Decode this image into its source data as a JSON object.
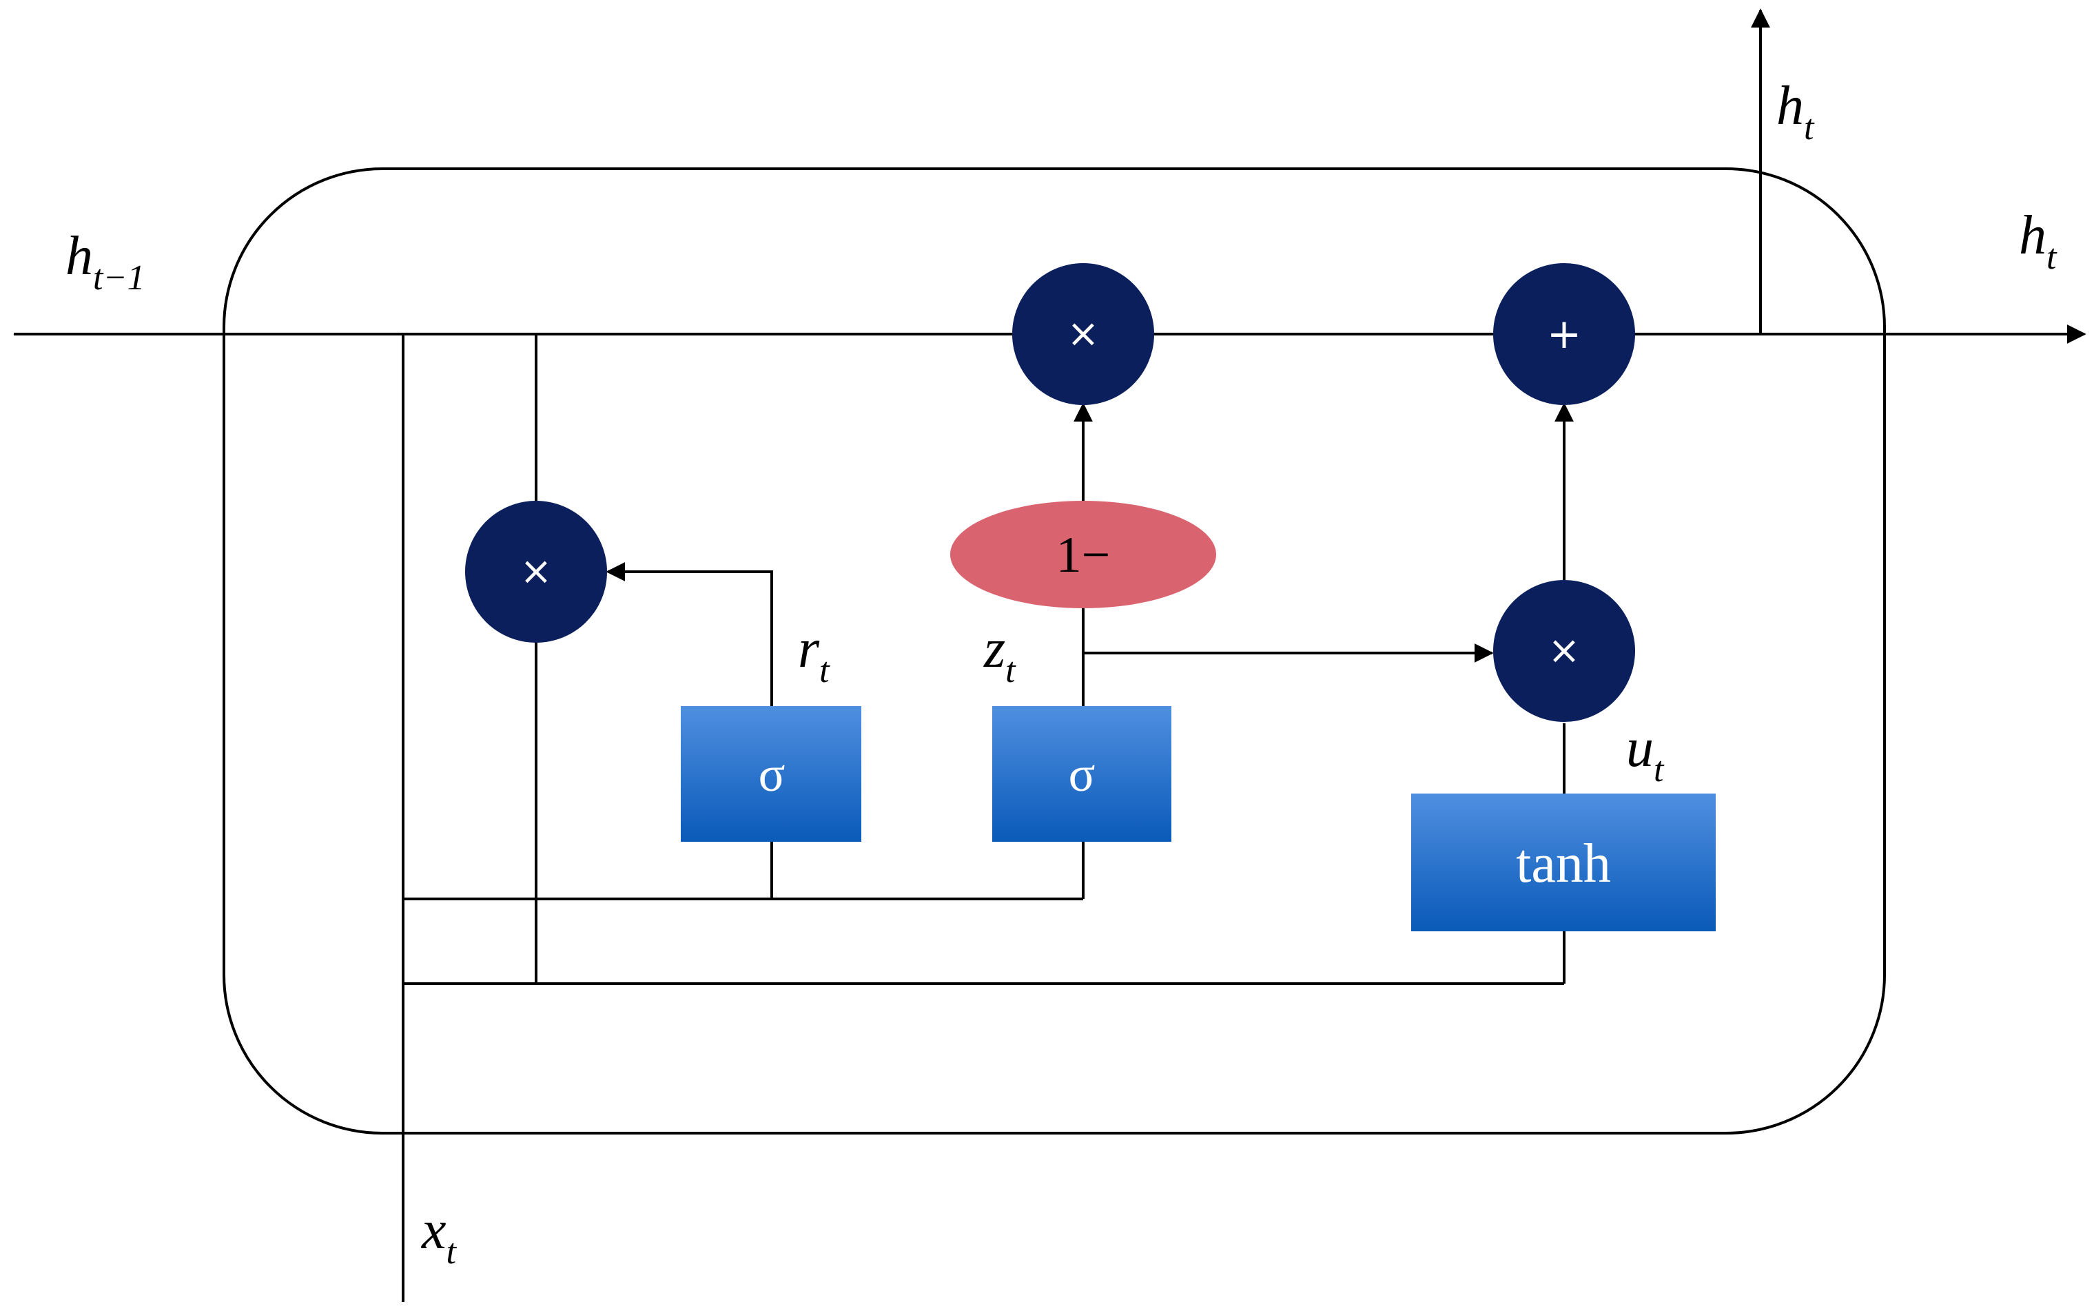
{
  "labels": {
    "h_prev": {
      "base": "h",
      "sub": "t−1"
    },
    "h_out_top": {
      "base": "h",
      "sub": "t"
    },
    "h_out_right": {
      "base": "h",
      "sub": "t"
    },
    "x_in": {
      "base": "x",
      "sub": "t"
    },
    "r_gate": {
      "base": "r",
      "sub": "t"
    },
    "z_gate": {
      "base": "z",
      "sub": "t"
    },
    "u_cand": {
      "base": "u",
      "sub": "t"
    }
  },
  "operators": {
    "mult_top": "×",
    "add_top": "+",
    "mult_reset": "×",
    "mult_update": "×"
  },
  "gates": {
    "sigma_r": "σ",
    "sigma_z": "σ",
    "tanh": "tanh",
    "one_minus": "1−"
  },
  "colors": {
    "node_fill": "#0b1f5c",
    "gate_top": "#4f8fe0",
    "gate_bottom": "#0a5ab9",
    "one_minus_fill": "#d9636e",
    "line": "#000000"
  }
}
